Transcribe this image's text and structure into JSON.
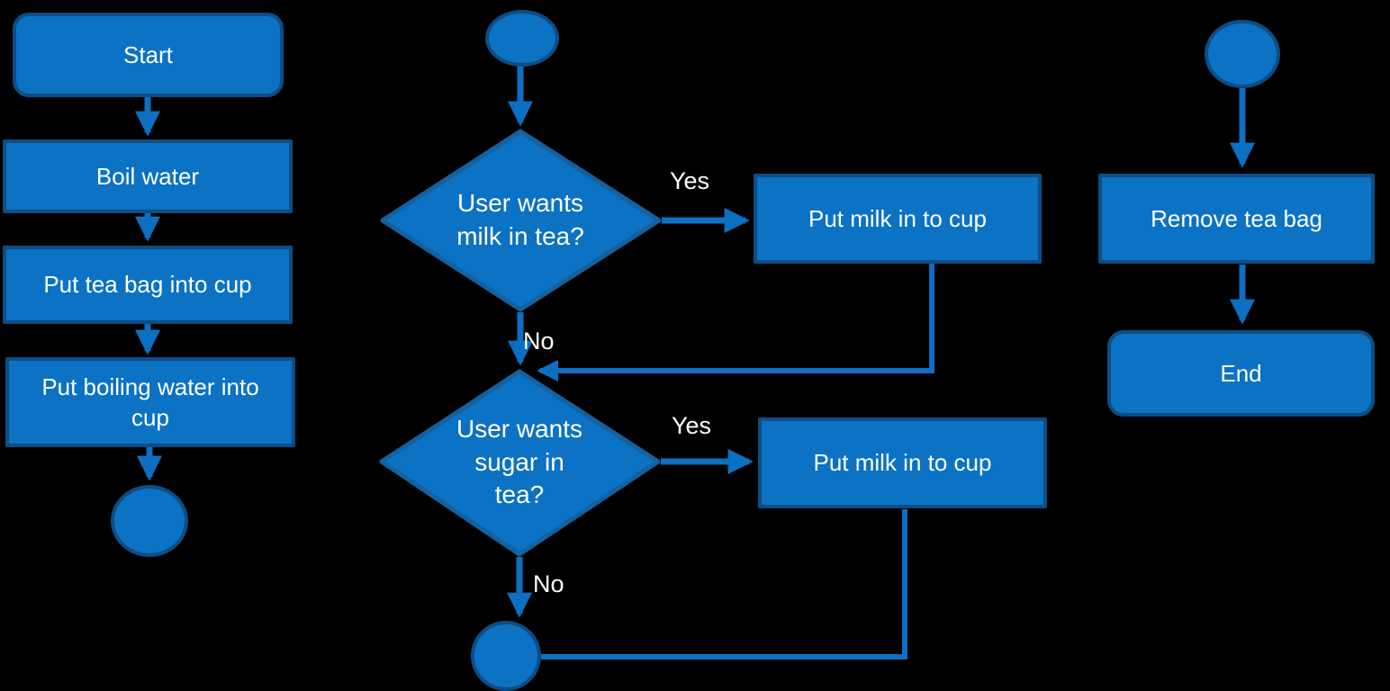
{
  "diagram_type": "flowchart",
  "colors": {
    "background": "#000000",
    "node_fill": "#0b72c4",
    "node_stroke": "#0e4d84",
    "diamond_stroke": "#14619e",
    "connector": "#0d6fc2",
    "text": "#ffffff"
  },
  "nodes": {
    "start": {
      "label": "Start",
      "shape": "rounded-rectangle"
    },
    "boil_water": {
      "label": "Boil water",
      "shape": "rectangle"
    },
    "put_tea_bag": {
      "label": "Put tea bag into cup",
      "shape": "rectangle"
    },
    "put_boiling_water": {
      "label": "Put boiling water into cup",
      "shape": "rectangle"
    },
    "connector_left": {
      "label": "",
      "shape": "circle"
    },
    "connector_mid_top": {
      "label": "",
      "shape": "circle"
    },
    "milk_decision": {
      "label": "User wants milk in tea?",
      "shape": "diamond"
    },
    "put_milk_1": {
      "label": "Put milk in to cup",
      "shape": "rectangle"
    },
    "sugar_decision": {
      "label": "User wants sugar in tea?",
      "shape": "diamond"
    },
    "put_milk_2": {
      "label": "Put milk in to cup",
      "shape": "rectangle"
    },
    "connector_bottom": {
      "label": "",
      "shape": "circle"
    },
    "connector_right": {
      "label": "",
      "shape": "circle"
    },
    "remove_tea_bag": {
      "label": "Remove tea bag",
      "shape": "rectangle"
    },
    "end": {
      "label": "End",
      "shape": "rounded-rectangle"
    }
  },
  "edge_labels": {
    "milk_yes": "Yes",
    "milk_no": "No",
    "sugar_yes": "Yes",
    "sugar_no": "No"
  }
}
